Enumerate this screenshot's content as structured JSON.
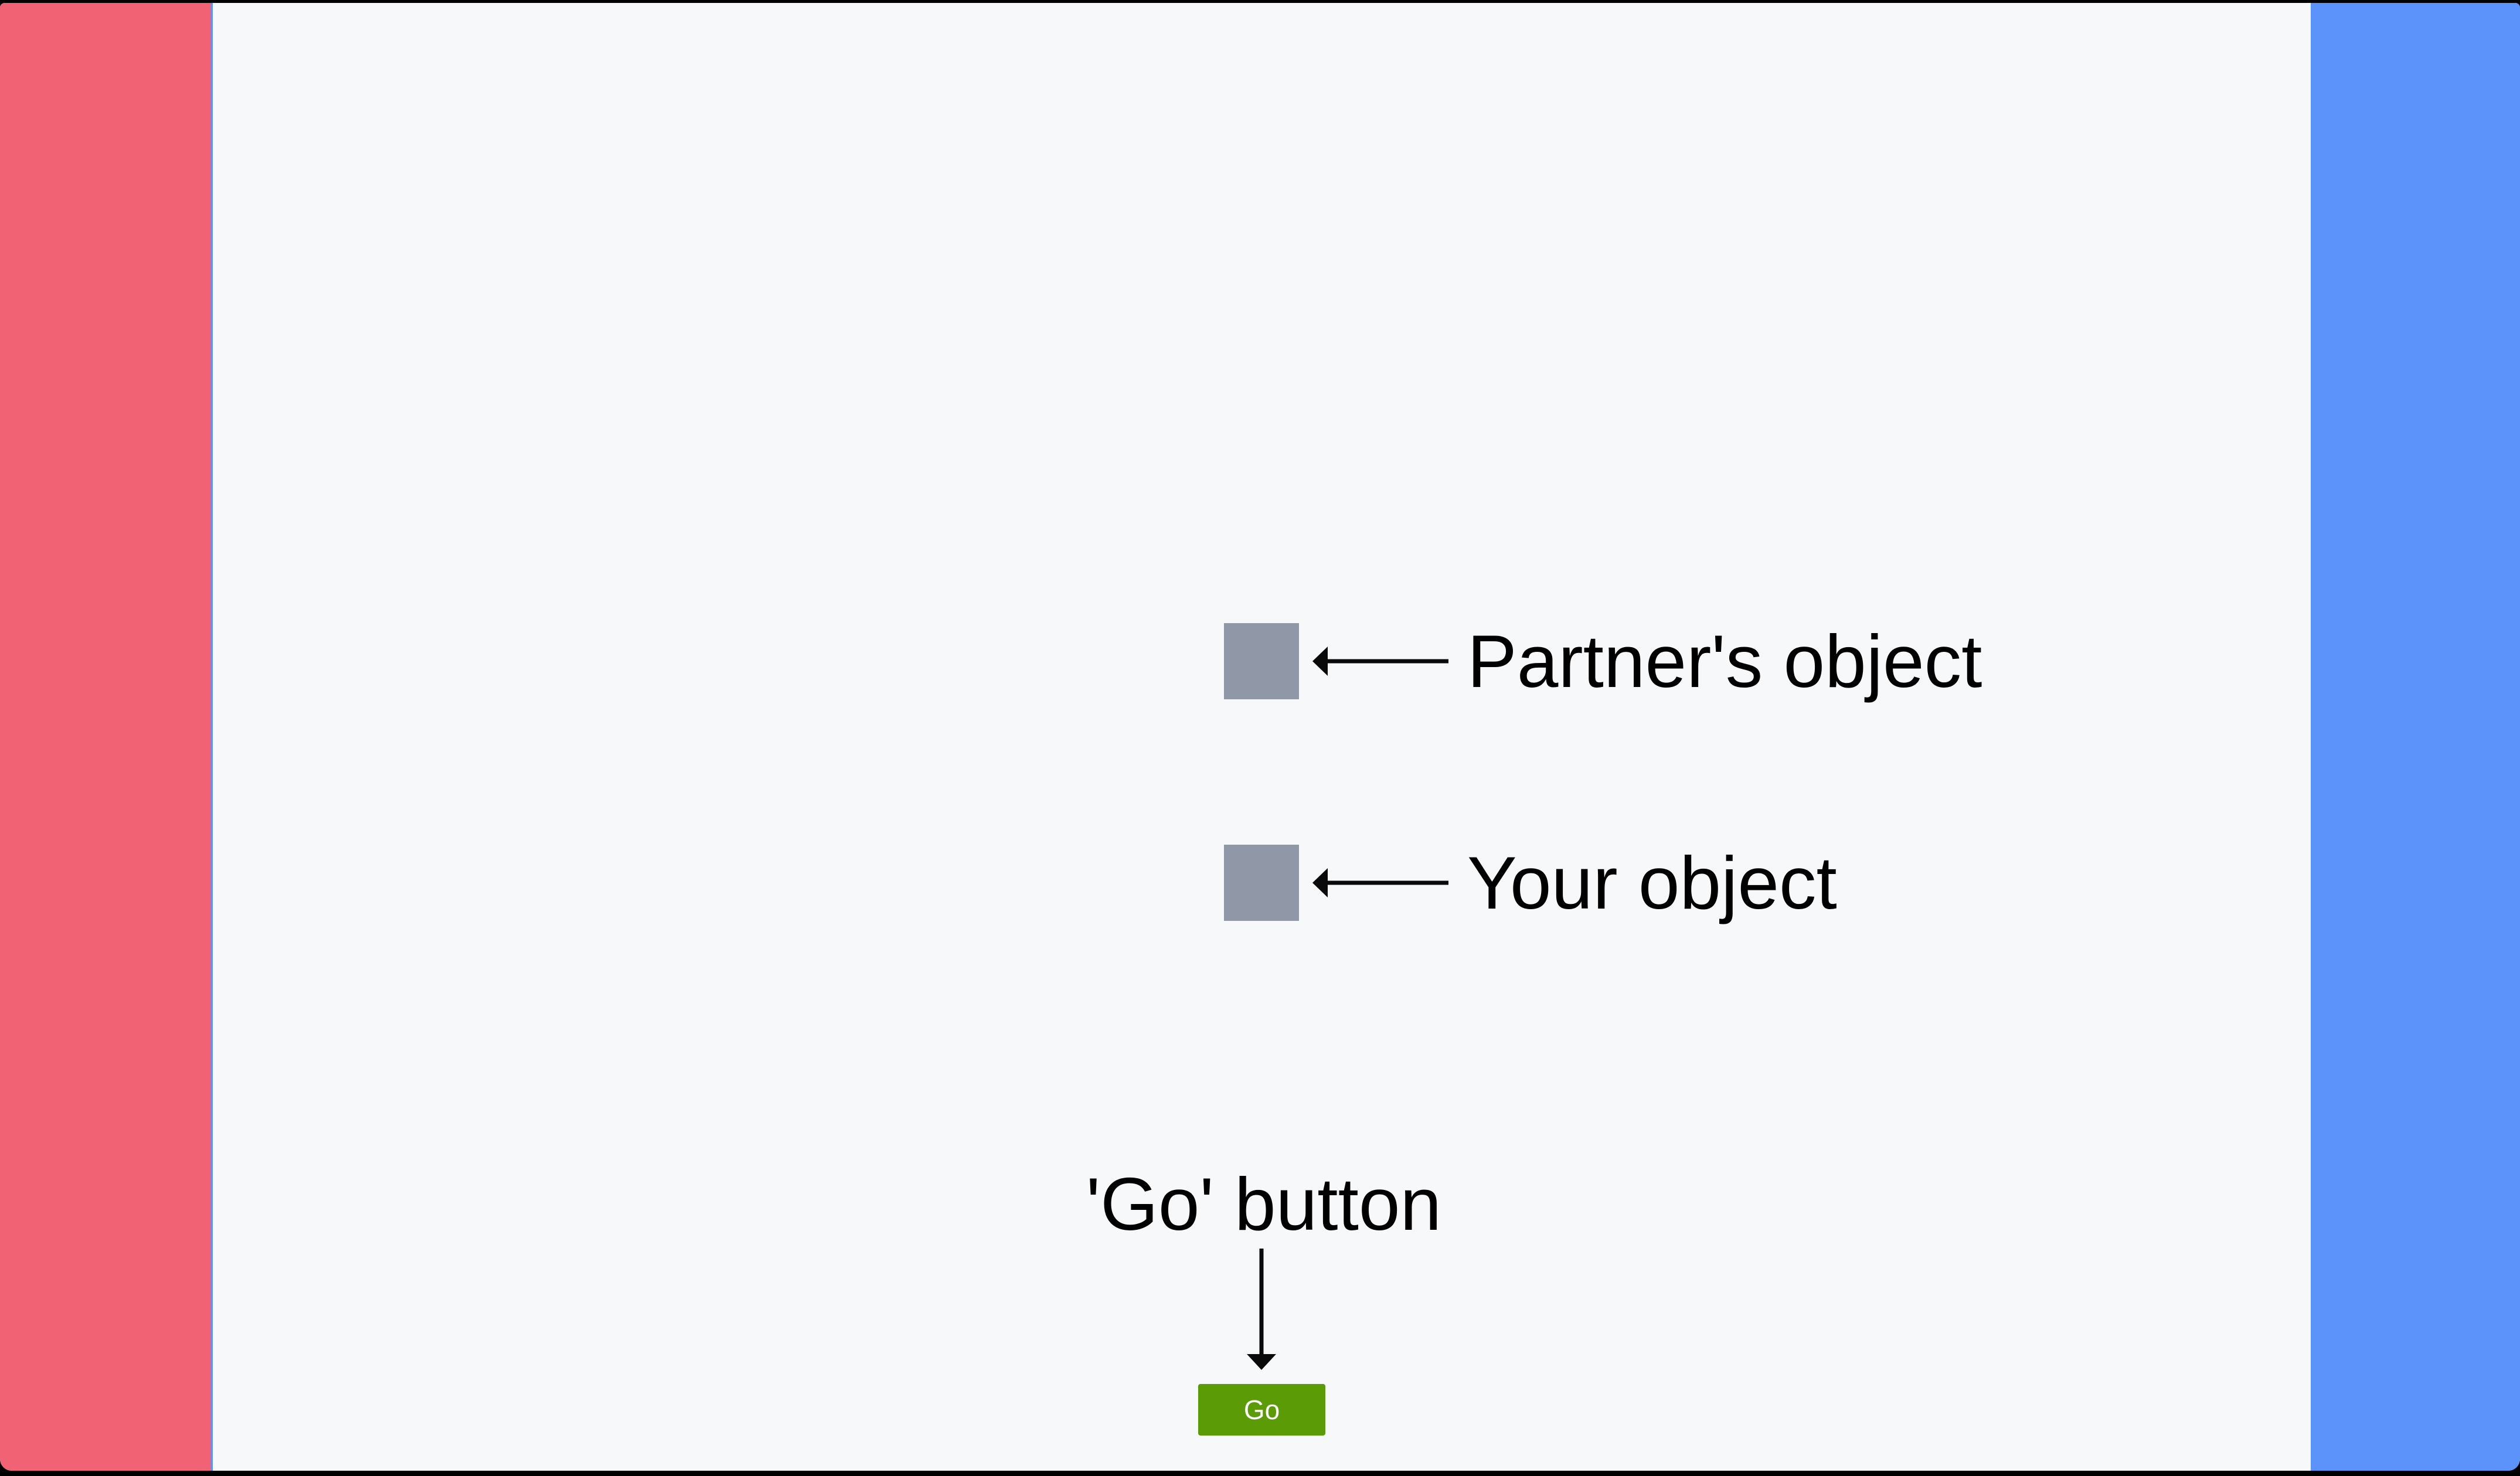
{
  "page": {
    "screen_edge_color": "#000000",
    "surface_color": "#f7f8fa"
  },
  "zones": {
    "left_bar_color": "#f16374",
    "left_bar_divider_color": "#5b93fb",
    "right_bar_color": "#5b93fb"
  },
  "annotations": {
    "partner_object": {
      "label": "Partner's object",
      "swatch_color": "#9098a7"
    },
    "your_object": {
      "label": "Your object",
      "swatch_color": "#9098a7"
    },
    "go_callout": {
      "label": "'Go' button"
    },
    "arrow_color": "#0a0a0a"
  },
  "go_button": {
    "label": "Go",
    "background": "#5a9b06",
    "text_color": "#ffffff"
  }
}
